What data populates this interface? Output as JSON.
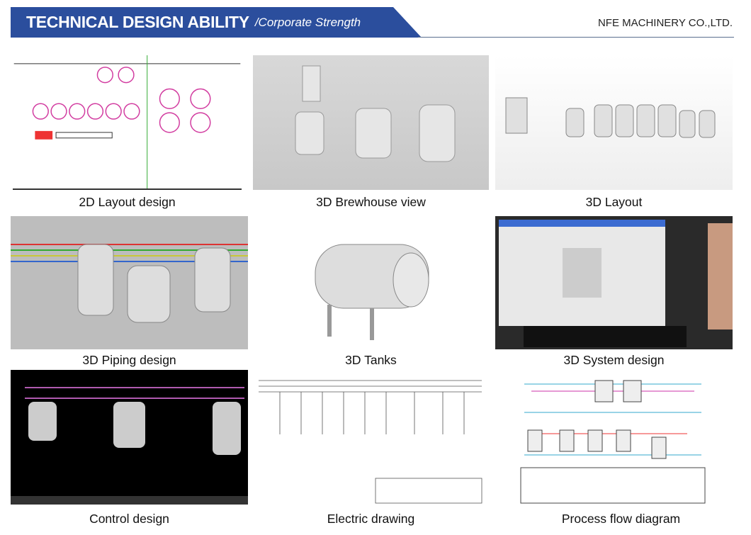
{
  "header": {
    "title": "TECHNICAL DESIGN ABILITY",
    "subtitle": "/Corporate Strength",
    "company": "NFE MACHINERY CO.,LTD.",
    "accent_color": "#2b4e9d"
  },
  "items": [
    {
      "caption": "2D Layout design"
    },
    {
      "caption": "3D Brewhouse view"
    },
    {
      "caption": "3D Layout"
    },
    {
      "caption": "3D Piping design"
    },
    {
      "caption": "3D Tanks"
    },
    {
      "caption": "3D System design"
    },
    {
      "caption": "Control design"
    },
    {
      "caption": "Electric drawing"
    },
    {
      "caption": "Process flow diagram"
    }
  ]
}
